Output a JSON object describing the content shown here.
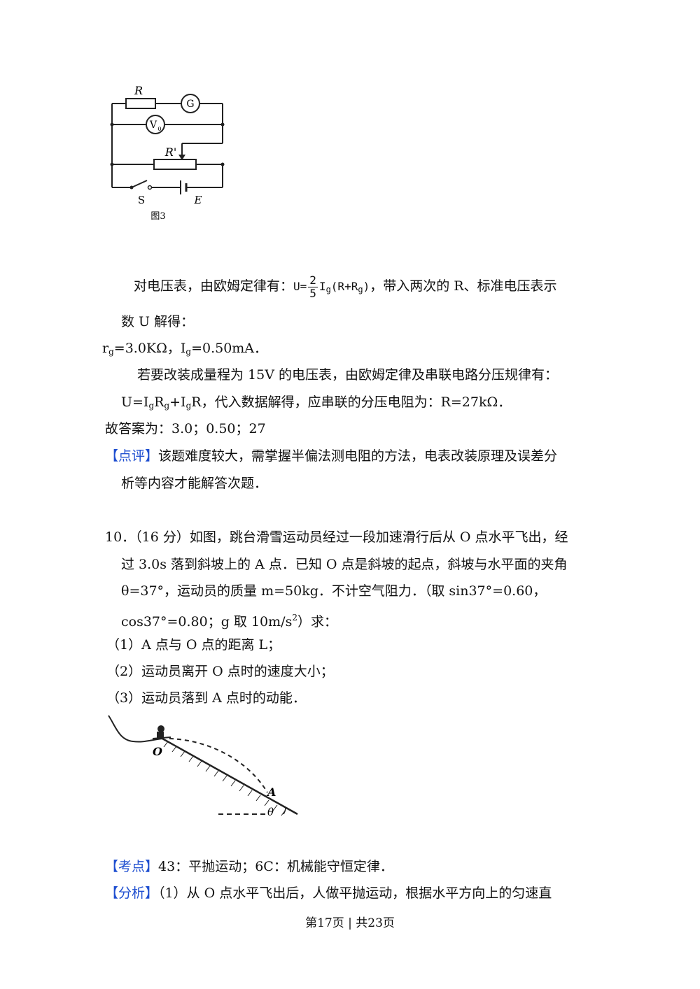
{
  "circuit_figure": {
    "labels": {
      "R": "R",
      "G": "G",
      "V0": "V",
      "V0_sub": "0",
      "Rp": "R'",
      "S": "S",
      "E": "E"
    },
    "caption": "图3"
  },
  "solution": {
    "ohm_prefix": "对电压表，由欧姆定律有：",
    "eq_U": "U=",
    "frac_num": "2",
    "frac_den": "5",
    "eq_I": "I",
    "eq_g": "g",
    "eq_paren_open": "(R+R",
    "eq_paren_close": ")",
    "ohm_suffix": "，带入两次的 R、标准电压表示",
    "line2": "数 U 解得：",
    "rg_r": "r",
    "rg_sub": "g",
    "rg_rest": "=3.0KΩ，I",
    "ig_sub": "g",
    "ig_rest": "=0.50mA．",
    "line4": "若要改装成量程为 15V 的电压表，由欧姆定律及串联电路分压规律有：",
    "l5_a": "U=I",
    "l5_s1": "g",
    "l5_b": "R",
    "l5_s2": "g",
    "l5_c": "+I",
    "l5_s3": "g",
    "l5_d": "R，代入数据解得，应串联的分压电阻为：R=27kΩ．",
    "answer": "故答案为：3.0；0.50；27"
  },
  "comment": {
    "tag": "【点评】",
    "text1": "该题难度较大，需掌握半偏法测电阻的方法，电表改装原理及误差分",
    "text2": "析等内容才能解答次题．"
  },
  "problem10": {
    "line1": "10．（16 分）如图，跳台滑雪运动员经过一段加速滑行后从 O 点水平飞出，经",
    "line2": "过 3.0s 落到斜坡上的 A 点．已知 O 点是斜坡的起点，斜坡与水平面的夹角",
    "line3": "θ=37°，运动员的质量 m=50kg．不计空气阻力．（取 sin37°=0.60，",
    "line4a": "cos37°=0.80；g 取 10m/s",
    "line4sup": "2",
    "line4b": "）求：",
    "q1": "（1）A 点与 O 点的距离 L；",
    "q2": "（2）运动员离开 O 点时的速度大小；",
    "q3": "（3）运动员落到 A 点时的动能．"
  },
  "slope_figure": {
    "label_O": "O",
    "label_A": "A",
    "label_theta": "θ"
  },
  "kaodian": {
    "tag": "【考点】",
    "text": "43：平抛运动；6C：机械能守恒定律．"
  },
  "fenxi": {
    "tag": "【分析】",
    "text": "（1）从 O 点水平飞出后，人做平抛运动，根据水平方向上的匀速直"
  },
  "footer": {
    "text": "第17页 | 共23页"
  },
  "colors": {
    "tag": "#1f4fd0",
    "text": "#111111"
  }
}
